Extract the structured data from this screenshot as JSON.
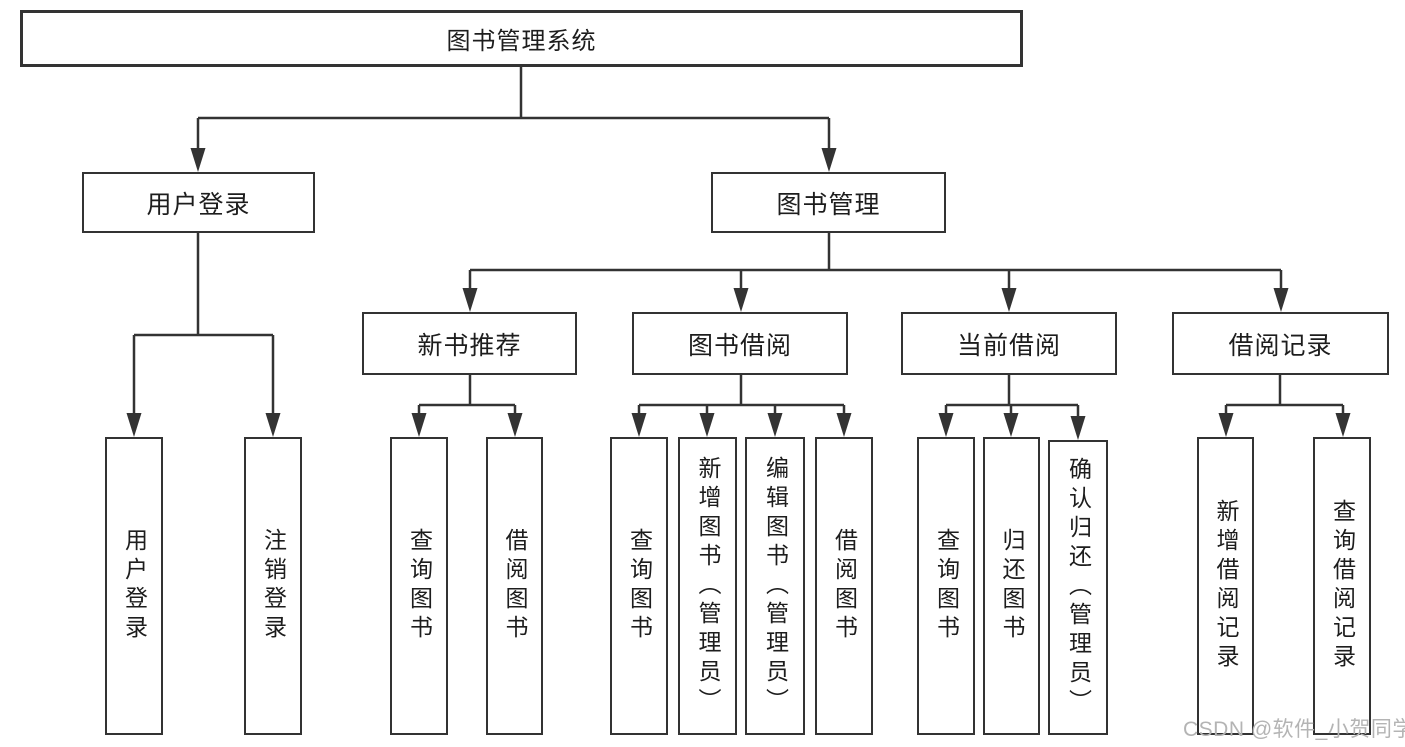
{
  "tree": {
    "root": {
      "label": "图书管理系统",
      "children": [
        {
          "label": "用户登录",
          "children": [
            {
              "label": "用户登录"
            },
            {
              "label": "注销登录"
            }
          ]
        },
        {
          "label": "图书管理",
          "children": [
            {
              "label": "新书推荐",
              "children": [
                {
                  "label": "查询图书"
                },
                {
                  "label": "借阅图书"
                }
              ]
            },
            {
              "label": "图书借阅",
              "children": [
                {
                  "label": "查询图书"
                },
                {
                  "label": "新增图书（管理员）"
                },
                {
                  "label": "编辑图书（管理员）"
                },
                {
                  "label": "借阅图书"
                }
              ]
            },
            {
              "label": "当前借阅",
              "children": [
                {
                  "label": "查询图书"
                },
                {
                  "label": "归还图书"
                },
                {
                  "label": "确认归还（管理员）"
                }
              ]
            },
            {
              "label": "借阅记录",
              "children": [
                {
                  "label": "新增借阅记录"
                },
                {
                  "label": "查询借阅记录"
                }
              ]
            }
          ]
        }
      ]
    }
  },
  "watermark": {
    "text": "CSDN @软件_小贺同学"
  },
  "colors": {
    "line": "#333333",
    "text": "#1d1d1d",
    "background": "#ffffff",
    "watermark": "#b4b4b4"
  }
}
